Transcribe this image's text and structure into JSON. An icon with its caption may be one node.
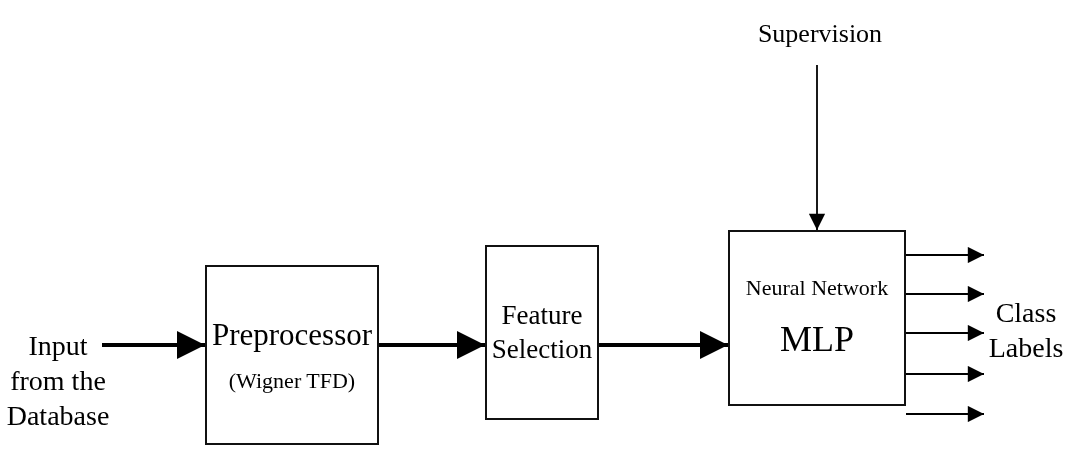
{
  "diagram": {
    "nodes": [
      {
        "text": [
          "Input from the Database"
        ]
      },
      {
        "text": [
          "Preprocessor",
          "(Wigner TFD)"
        ]
      },
      {
        "text": [
          "Feature Selection"
        ]
      },
      {
        "text": [
          "Neural Network",
          "MLP"
        ]
      },
      {
        "text": [
          "Supervision"
        ]
      },
      {
        "text": [
          "Class Labels"
        ]
      }
    ],
    "edges": [
      {
        "from": 0,
        "to": 1,
        "arrow": "to",
        "style": "thick"
      },
      {
        "from": 1,
        "to": 2,
        "arrow": "to",
        "style": "thick"
      },
      {
        "from": 2,
        "to": 3,
        "arrow": "to",
        "style": "thick"
      },
      {
        "from": 4,
        "to": 3,
        "arrow": "to"
      },
      {
        "from": 3,
        "to": 5,
        "arrow": "to"
      },
      {
        "from": 3,
        "to": 5,
        "arrow": "to"
      },
      {
        "from": 3,
        "to": 5,
        "arrow": "to"
      },
      {
        "from": 3,
        "to": 5,
        "arrow": "to"
      },
      {
        "from": 3,
        "to": 5,
        "arrow": "to"
      }
    ]
  }
}
